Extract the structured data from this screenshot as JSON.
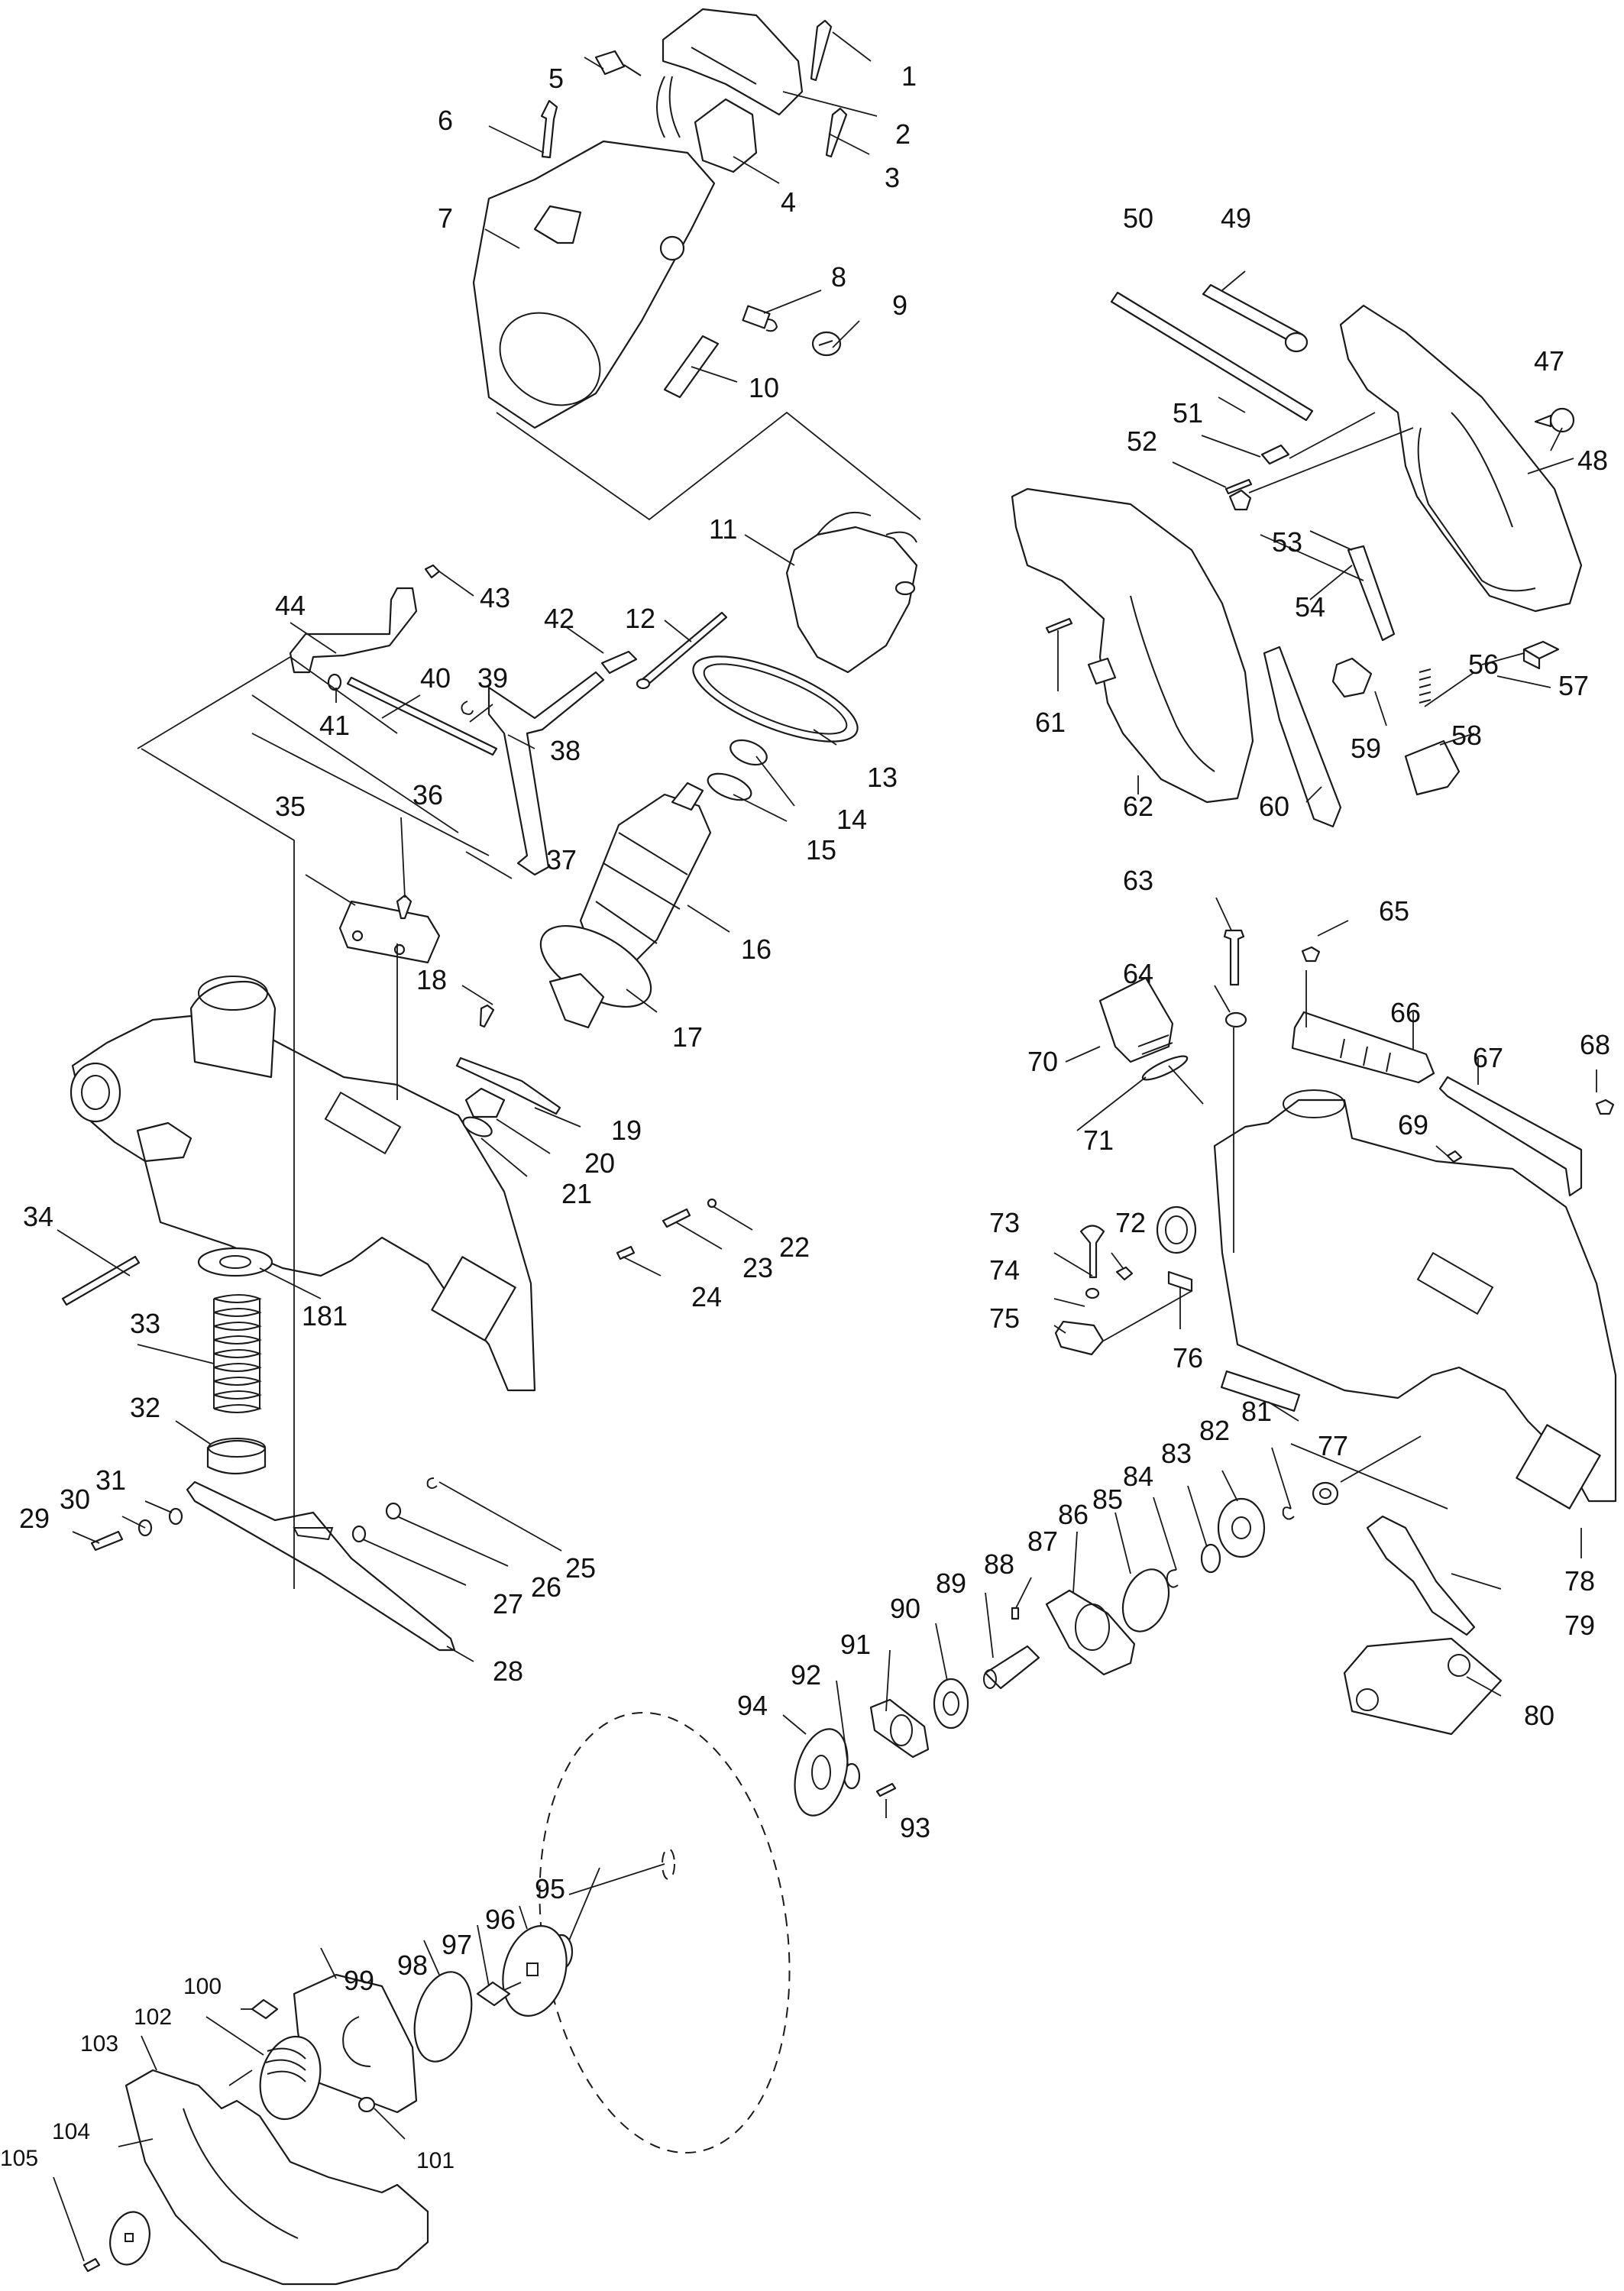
{
  "diagram": {
    "type": "exploded-parts-diagram",
    "subject": "miter saw motor, handle, blade guard and gear assembly",
    "line_color": "#1a1a1a",
    "background": "#ffffff"
  },
  "callouts": [
    {
      "id": "1",
      "label": "1"
    },
    {
      "id": "2",
      "label": "2"
    },
    {
      "id": "3",
      "label": "3"
    },
    {
      "id": "4",
      "label": "4"
    },
    {
      "id": "5",
      "label": "5"
    },
    {
      "id": "6",
      "label": "6"
    },
    {
      "id": "7",
      "label": "7"
    },
    {
      "id": "8",
      "label": "8"
    },
    {
      "id": "9",
      "label": "9"
    },
    {
      "id": "10",
      "label": "10"
    },
    {
      "id": "11",
      "label": "11"
    },
    {
      "id": "12",
      "label": "12"
    },
    {
      "id": "13",
      "label": "13"
    },
    {
      "id": "14",
      "label": "14"
    },
    {
      "id": "15",
      "label": "15"
    },
    {
      "id": "16",
      "label": "16"
    },
    {
      "id": "17",
      "label": "17"
    },
    {
      "id": "18",
      "label": "18"
    },
    {
      "id": "19",
      "label": "19"
    },
    {
      "id": "20",
      "label": "20"
    },
    {
      "id": "21",
      "label": "21"
    },
    {
      "id": "22",
      "label": "22"
    },
    {
      "id": "23",
      "label": "23"
    },
    {
      "id": "24",
      "label": "24"
    },
    {
      "id": "25",
      "label": "25"
    },
    {
      "id": "26",
      "label": "26"
    },
    {
      "id": "27",
      "label": "27"
    },
    {
      "id": "28",
      "label": "28"
    },
    {
      "id": "29",
      "label": "29"
    },
    {
      "id": "30",
      "label": "30"
    },
    {
      "id": "31",
      "label": "31"
    },
    {
      "id": "32",
      "label": "32"
    },
    {
      "id": "33",
      "label": "33"
    },
    {
      "id": "34",
      "label": "34"
    },
    {
      "id": "35",
      "label": "35"
    },
    {
      "id": "36",
      "label": "36"
    },
    {
      "id": "37",
      "label": "37"
    },
    {
      "id": "38",
      "label": "38"
    },
    {
      "id": "39",
      "label": "39"
    },
    {
      "id": "40",
      "label": "40"
    },
    {
      "id": "41",
      "label": "41"
    },
    {
      "id": "42",
      "label": "42"
    },
    {
      "id": "43",
      "label": "43"
    },
    {
      "id": "44",
      "label": "44"
    },
    {
      "id": "47",
      "label": "47"
    },
    {
      "id": "48",
      "label": "48"
    },
    {
      "id": "49",
      "label": "49"
    },
    {
      "id": "50",
      "label": "50"
    },
    {
      "id": "51",
      "label": "51"
    },
    {
      "id": "52",
      "label": "52"
    },
    {
      "id": "53",
      "label": "53"
    },
    {
      "id": "54",
      "label": "54"
    },
    {
      "id": "56",
      "label": "56"
    },
    {
      "id": "57",
      "label": "57"
    },
    {
      "id": "58",
      "label": "58"
    },
    {
      "id": "59",
      "label": "59"
    },
    {
      "id": "60",
      "label": "60"
    },
    {
      "id": "61",
      "label": "61"
    },
    {
      "id": "62",
      "label": "62"
    },
    {
      "id": "63",
      "label": "63"
    },
    {
      "id": "64",
      "label": "64"
    },
    {
      "id": "65",
      "label": "65"
    },
    {
      "id": "66",
      "label": "66"
    },
    {
      "id": "67",
      "label": "67"
    },
    {
      "id": "68",
      "label": "68"
    },
    {
      "id": "69",
      "label": "69"
    },
    {
      "id": "70",
      "label": "70"
    },
    {
      "id": "71",
      "label": "71"
    },
    {
      "id": "72",
      "label": "72"
    },
    {
      "id": "73",
      "label": "73"
    },
    {
      "id": "74",
      "label": "74"
    },
    {
      "id": "75",
      "label": "75"
    },
    {
      "id": "76",
      "label": "76"
    },
    {
      "id": "77",
      "label": "77"
    },
    {
      "id": "78",
      "label": "78"
    },
    {
      "id": "79",
      "label": "79"
    },
    {
      "id": "80",
      "label": "80"
    },
    {
      "id": "81",
      "label": "81"
    },
    {
      "id": "82",
      "label": "82"
    },
    {
      "id": "83",
      "label": "83"
    },
    {
      "id": "84",
      "label": "84"
    },
    {
      "id": "85",
      "label": "85"
    },
    {
      "id": "86",
      "label": "86"
    },
    {
      "id": "87",
      "label": "87"
    },
    {
      "id": "88",
      "label": "88"
    },
    {
      "id": "89",
      "label": "89"
    },
    {
      "id": "90",
      "label": "90"
    },
    {
      "id": "91",
      "label": "91"
    },
    {
      "id": "92",
      "label": "92"
    },
    {
      "id": "93",
      "label": "93"
    },
    {
      "id": "94",
      "label": "94"
    },
    {
      "id": "95",
      "label": "95"
    },
    {
      "id": "96",
      "label": "96"
    },
    {
      "id": "97",
      "label": "97"
    },
    {
      "id": "98",
      "label": "98"
    },
    {
      "id": "99",
      "label": "99"
    },
    {
      "id": "100",
      "label": "100"
    },
    {
      "id": "101",
      "label": "101"
    },
    {
      "id": "102",
      "label": "102"
    },
    {
      "id": "103",
      "label": "103"
    },
    {
      "id": "104",
      "label": "104"
    },
    {
      "id": "105",
      "label": "105"
    },
    {
      "id": "181",
      "label": "181"
    }
  ]
}
